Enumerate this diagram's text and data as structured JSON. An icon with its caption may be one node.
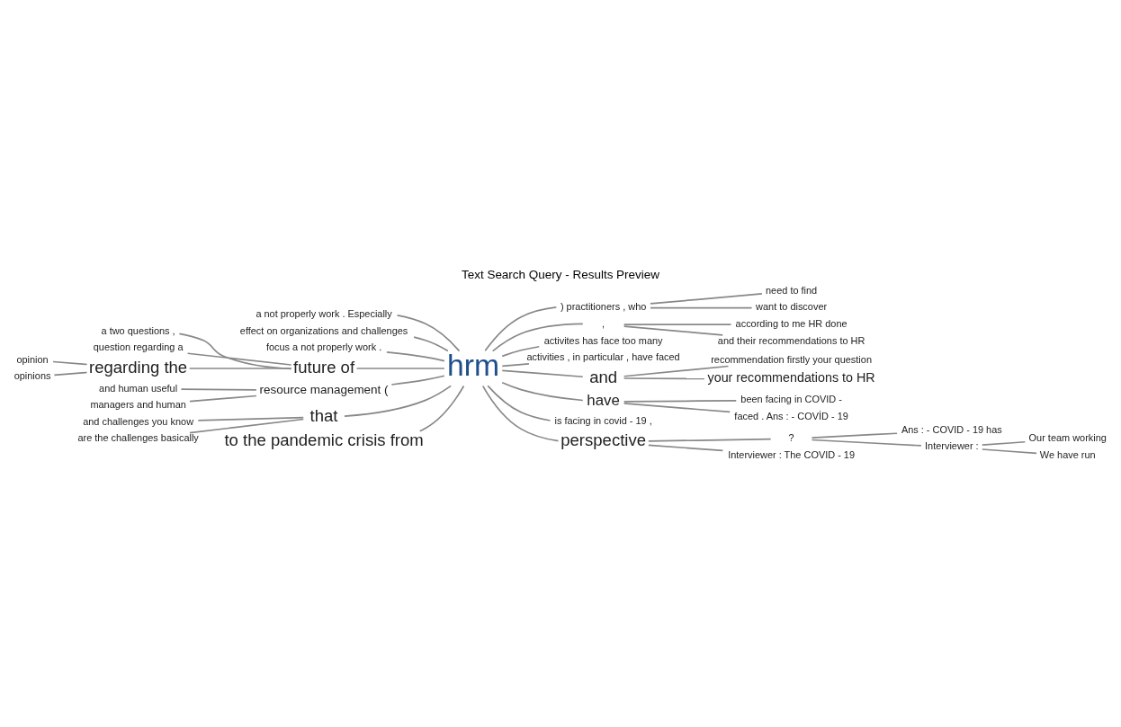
{
  "diagram": {
    "title": "Text Search Query - Results Preview",
    "nodes": [
      {
        "text": [
          "hrm"
        ]
      },
      {
        "text": [
          "a not properly work . Especially"
        ]
      },
      {
        "text": [
          "effect on organizations and challenges"
        ]
      },
      {
        "text": [
          "focus a not properly work ."
        ]
      },
      {
        "text": [
          "a two questions ,"
        ]
      },
      {
        "text": [
          "question regarding a"
        ]
      },
      {
        "text": [
          "future of"
        ]
      },
      {
        "text": [
          "opinion"
        ]
      },
      {
        "text": [
          "opinions"
        ]
      },
      {
        "text": [
          "regarding the"
        ]
      },
      {
        "text": [
          "and human useful"
        ]
      },
      {
        "text": [
          "managers and human"
        ]
      },
      {
        "text": [
          "resource management ("
        ]
      },
      {
        "text": [
          "and challenges you know"
        ]
      },
      {
        "text": [
          "are the challenges basically"
        ]
      },
      {
        "text": [
          "that"
        ]
      },
      {
        "text": [
          "to the pandemic crisis from"
        ]
      },
      {
        "text": [
          ") practitioners , who"
        ]
      },
      {
        "text": [
          "need to find"
        ]
      },
      {
        "text": [
          "want to discover"
        ]
      },
      {
        "text": [
          ","
        ]
      },
      {
        "text": [
          "according to me HR done"
        ]
      },
      {
        "text": [
          "and their recommendations to HR"
        ]
      },
      {
        "text": [
          "activites has face too many"
        ]
      },
      {
        "text": [
          "activities , in particular , have faced"
        ]
      },
      {
        "text": [
          "and"
        ]
      },
      {
        "text": [
          "recommendation firstly your question"
        ]
      },
      {
        "text": [
          "your recommendations to HR"
        ]
      },
      {
        "text": [
          "have"
        ]
      },
      {
        "text": [
          "been facing in COVID -"
        ]
      },
      {
        "text": [
          "faced . Ans : - COVİD - 19"
        ]
      },
      {
        "text": [
          "is facing in covid - 19 ,"
        ]
      },
      {
        "text": [
          "perspective"
        ]
      },
      {
        "text": [
          "?"
        ]
      },
      {
        "text": [
          "Ans : - COVID - 19 has"
        ]
      },
      {
        "text": [
          "Interviewer :"
        ]
      },
      {
        "text": [
          "Our team working"
        ]
      },
      {
        "text": [
          "We have run"
        ]
      },
      {
        "text": [
          "Interviewer : The COVID - 19"
        ]
      }
    ],
    "edges": [
      {
        "from": 1,
        "to": 0,
        "arrow": "none"
      },
      {
        "from": 2,
        "to": 0,
        "arrow": "none"
      },
      {
        "from": 3,
        "to": 0,
        "arrow": "none"
      },
      {
        "from": 4,
        "to": 6,
        "arrow": "none"
      },
      {
        "from": 5,
        "to": 6,
        "arrow": "none"
      },
      {
        "from": 9,
        "to": 6,
        "arrow": "none"
      },
      {
        "from": 6,
        "to": 0,
        "arrow": "none"
      },
      {
        "from": 7,
        "to": 9,
        "arrow": "none"
      },
      {
        "from": 8,
        "to": 9,
        "arrow": "none"
      },
      {
        "from": 10,
        "to": 12,
        "arrow": "none"
      },
      {
        "from": 11,
        "to": 12,
        "arrow": "none"
      },
      {
        "from": 12,
        "to": 0,
        "arrow": "none"
      },
      {
        "from": 13,
        "to": 15,
        "arrow": "none"
      },
      {
        "from": 14,
        "to": 15,
        "arrow": "none"
      },
      {
        "from": 15,
        "to": 0,
        "arrow": "none"
      },
      {
        "from": 16,
        "to": 0,
        "arrow": "none"
      },
      {
        "from": 0,
        "to": 17,
        "arrow": "none"
      },
      {
        "from": 17,
        "to": 18,
        "arrow": "none"
      },
      {
        "from": 17,
        "to": 19,
        "arrow": "none"
      },
      {
        "from": 0,
        "to": 20,
        "arrow": "none"
      },
      {
        "from": 20,
        "to": 21,
        "arrow": "none"
      },
      {
        "from": 20,
        "to": 22,
        "arrow": "none"
      },
      {
        "from": 0,
        "to": 23,
        "arrow": "none"
      },
      {
        "from": 0,
        "to": 24,
        "arrow": "none"
      },
      {
        "from": 0,
        "to": 25,
        "arrow": "none"
      },
      {
        "from": 25,
        "to": 26,
        "arrow": "none"
      },
      {
        "from": 25,
        "to": 27,
        "arrow": "none"
      },
      {
        "from": 0,
        "to": 28,
        "arrow": "none"
      },
      {
        "from": 28,
        "to": 29,
        "arrow": "none"
      },
      {
        "from": 28,
        "to": 30,
        "arrow": "none"
      },
      {
        "from": 0,
        "to": 31,
        "arrow": "none"
      },
      {
        "from": 0,
        "to": 32,
        "arrow": "none"
      },
      {
        "from": 32,
        "to": 33,
        "arrow": "none"
      },
      {
        "from": 33,
        "to": 34,
        "arrow": "none"
      },
      {
        "from": 33,
        "to": 35,
        "arrow": "none"
      },
      {
        "from": 35,
        "to": 36,
        "arrow": "none"
      },
      {
        "from": 35,
        "to": 37,
        "arrow": "none"
      },
      {
        "from": 32,
        "to": 38,
        "arrow": "none"
      }
    ]
  }
}
